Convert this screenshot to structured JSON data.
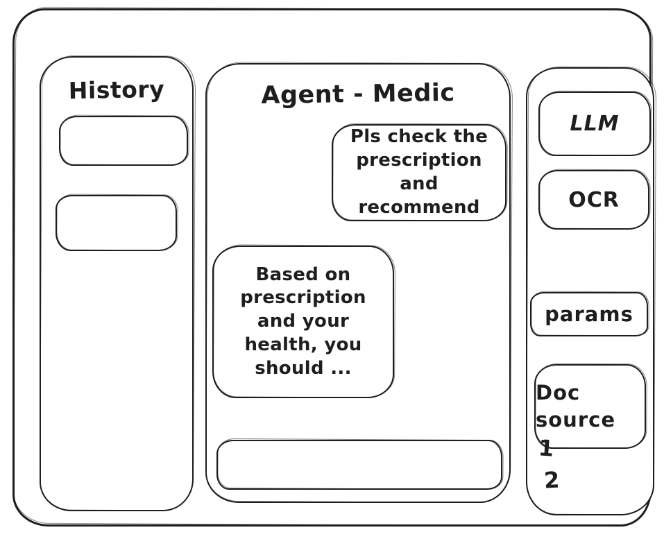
{
  "app": {
    "ink_color": "#1e1e1e",
    "background_color": "#ffffff"
  },
  "history_panel": {
    "title": "History",
    "items": [
      {
        "label": ""
      },
      {
        "label": ""
      }
    ]
  },
  "chat_panel": {
    "title": "Agent - Medic",
    "messages": [
      {
        "role": "user",
        "text": "Pls check the prescription and recommend"
      },
      {
        "role": "assistant",
        "text": "Based on prescription and your health, you should ..."
      }
    ],
    "input": {
      "value": "",
      "placeholder": ""
    }
  },
  "tools_panel": {
    "llm_label": "LLM",
    "ocr_label": "OCR",
    "params_label": "params",
    "doc_source_label": "Doc source",
    "doc_source_items": [
      "1",
      "2"
    ]
  }
}
